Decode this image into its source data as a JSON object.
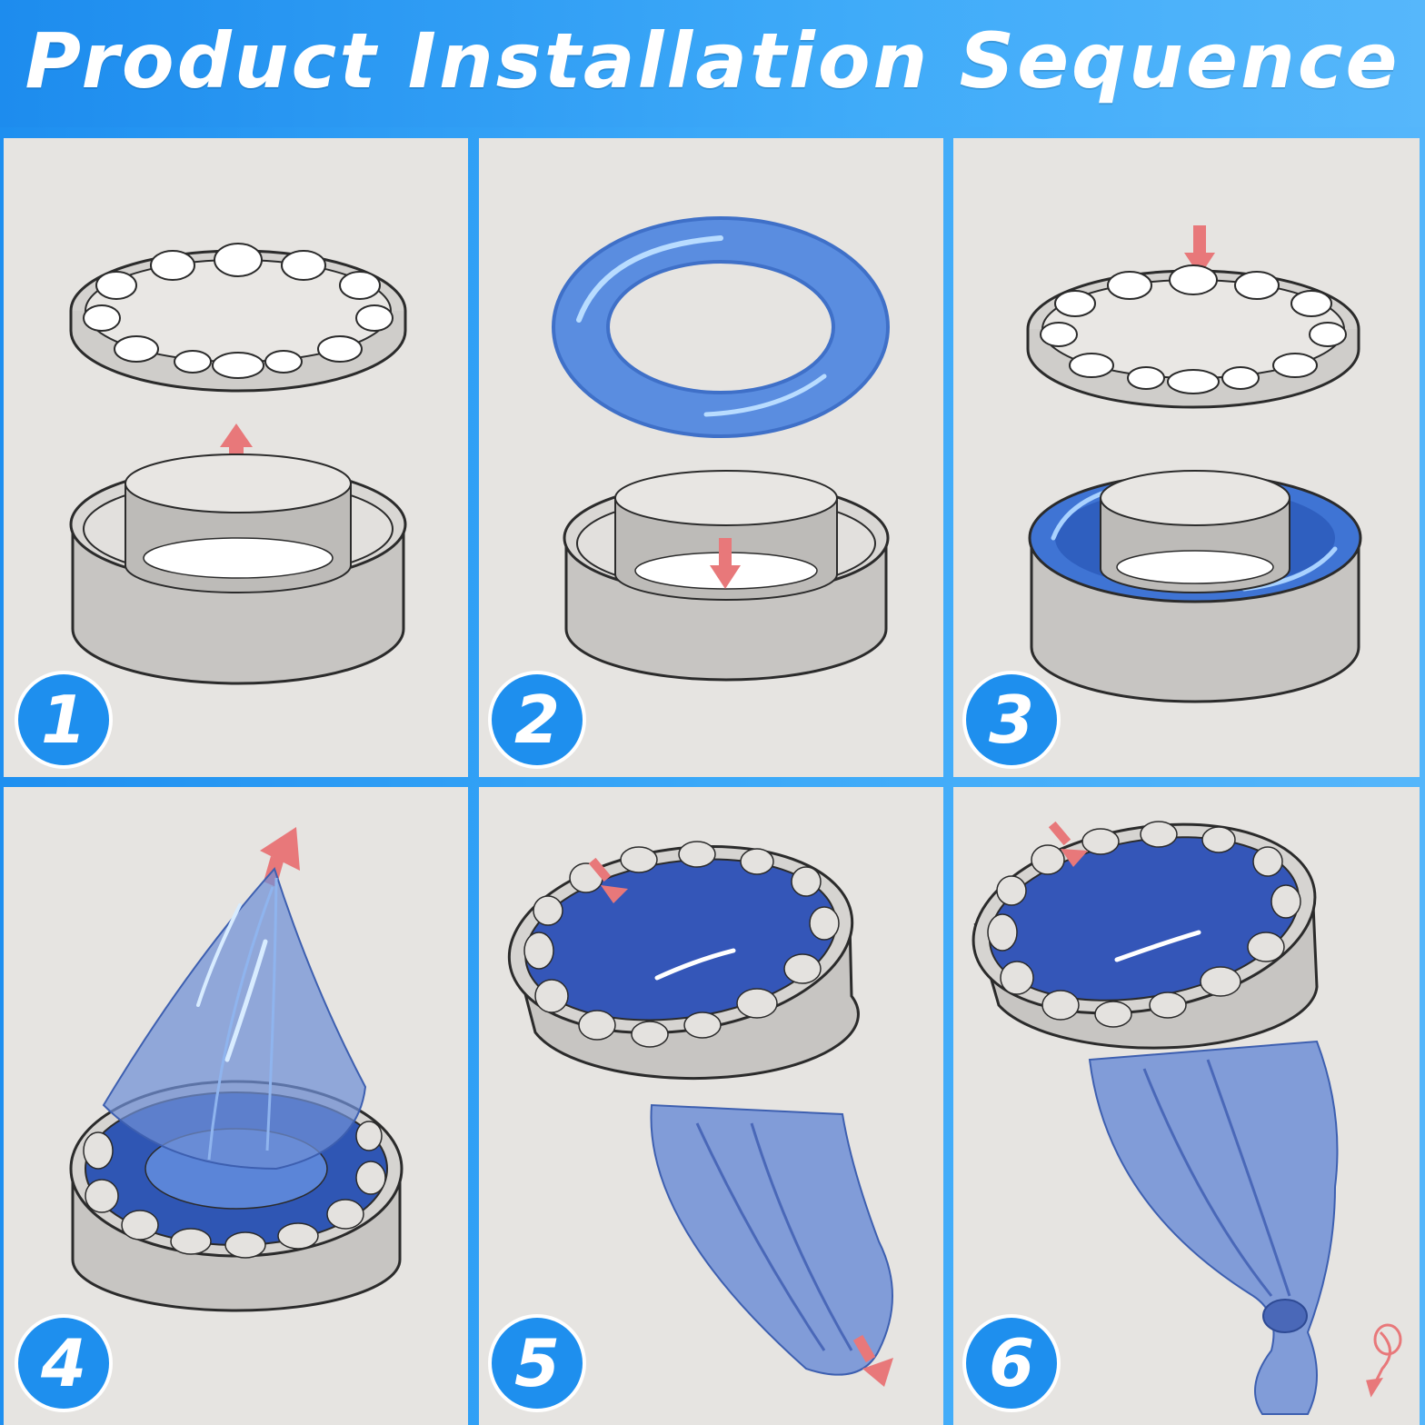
{
  "header": {
    "title": "Product Installation Sequence"
  },
  "steps": [
    {
      "number": "1"
    },
    {
      "number": "2"
    },
    {
      "number": "3"
    },
    {
      "number": "4"
    },
    {
      "number": "5"
    },
    {
      "number": "6"
    }
  ],
  "colors": {
    "brand_blue": "#1e8fee",
    "panel_bg": "#e6e4e1",
    "ring_blue": "#5a8de0",
    "bag_blue": "#6f8fd6",
    "arrow_red": "#e8787a",
    "metal_gray": "#c9c7c4",
    "outline": "#2b2b2b"
  },
  "icons": [
    "step-number-badge",
    "arrow-up-icon",
    "arrow-down-icon",
    "tie-knot-icon"
  ]
}
